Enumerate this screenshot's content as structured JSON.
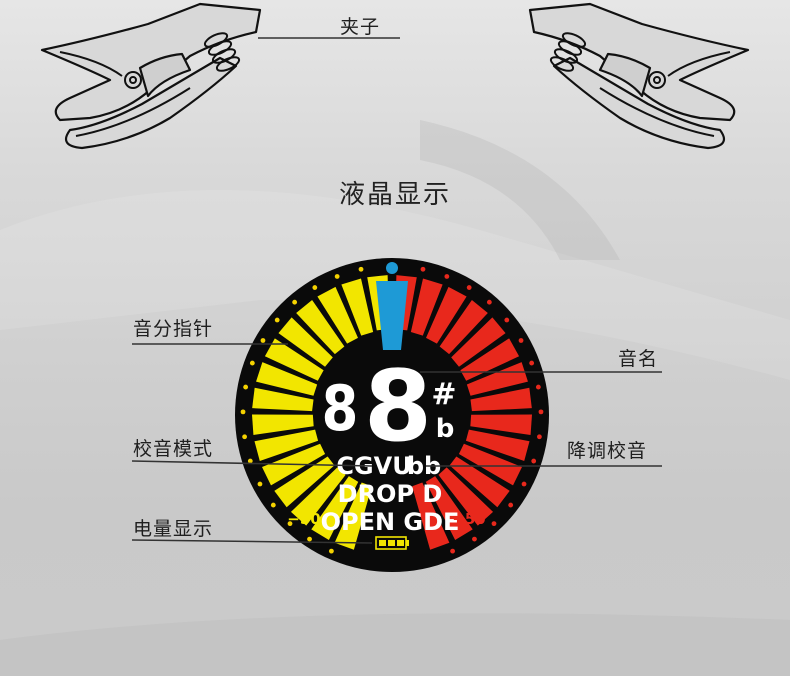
{
  "labels": {
    "clip": "夹子",
    "lcd_display": "液晶显示",
    "cent_pointer": "音分指针",
    "note_name": "音名",
    "tuning_mode": "校音模式",
    "drop_tuning": "降调校音",
    "battery_display": "电量显示"
  },
  "lcd": {
    "note_digits": "8",
    "sharp_symbol": "#",
    "flat_symbol": "b",
    "mode_line": "CGVU",
    "flat_modes": "bb",
    "drop_line": "DROP D",
    "open_line": "OPEN GDE",
    "minus_label": "−50",
    "plus_label": "+50"
  },
  "colors": {
    "yellow": "#f2e600",
    "red": "#e8281c",
    "blue": "#1e9ad6",
    "lcd_bg": "#0a0a0a",
    "dot_yellow": "#f5d200"
  }
}
